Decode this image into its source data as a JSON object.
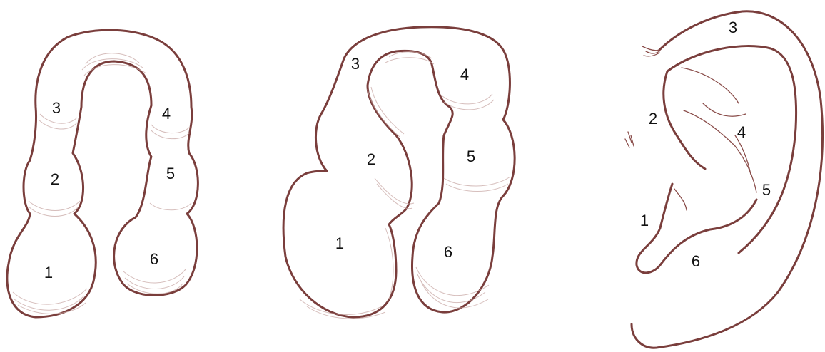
{
  "stage_a": {
    "labels": [
      "1",
      "2",
      "3",
      "4",
      "5",
      "6"
    ]
  },
  "stage_b": {
    "labels": [
      "1",
      "2",
      "3",
      "4",
      "5",
      "6"
    ]
  },
  "stage_c": {
    "labels": [
      "1",
      "2",
      "3",
      "4",
      "5",
      "6"
    ]
  },
  "colors": {
    "outline": "#7a3e3c",
    "shading": "#c9a9a6",
    "label": "#111111",
    "background": "#ffffff"
  }
}
